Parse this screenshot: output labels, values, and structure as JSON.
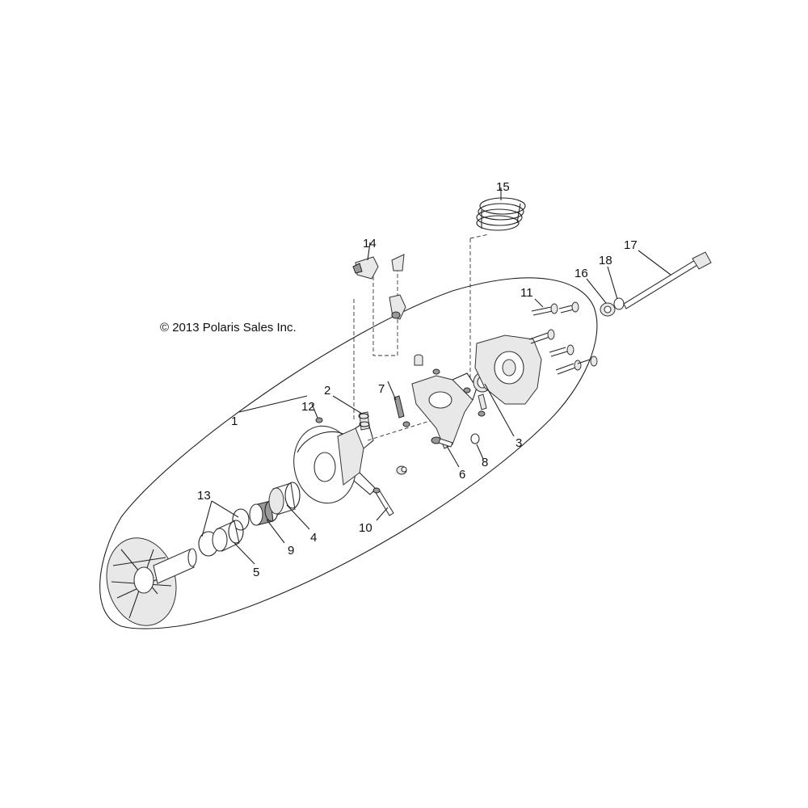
{
  "copyright": "© 2013 Polaris Sales Inc.",
  "callouts": {
    "c1": "1",
    "c2": "2",
    "c3": "3",
    "c4": "4",
    "c5": "5",
    "c6": "6",
    "c7": "7",
    "c8": "8",
    "c9": "9",
    "c10": "10",
    "c11": "11",
    "c12": "12",
    "c13": "13",
    "c14": "14",
    "c15": "15",
    "c16": "16",
    "c17": "17",
    "c18": "18"
  }
}
